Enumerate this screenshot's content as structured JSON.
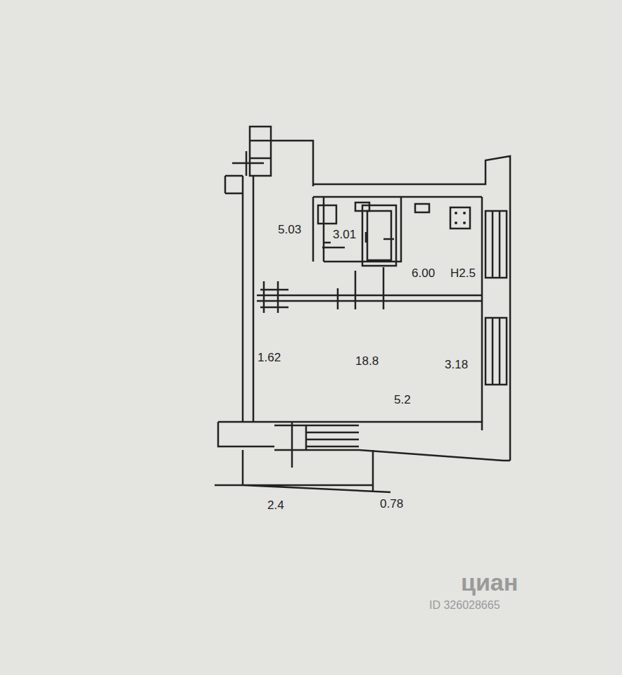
{
  "diagram": {
    "labels": [
      "5.03",
      "3.01",
      "6.00",
      "H2.5",
      "1.62",
      "18.8",
      "5.2",
      "3.18",
      "0.78",
      "2.4",
      "циан",
      "ID 326028665"
    ]
  }
}
